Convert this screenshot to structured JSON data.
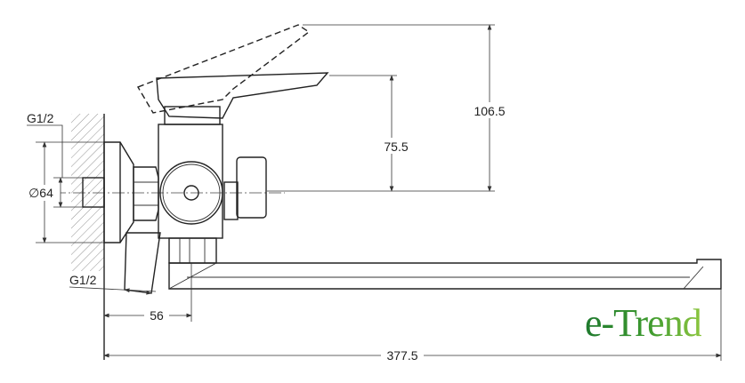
{
  "drawing": {
    "dimensions": {
      "height_total": "106.5",
      "height_handle": "75.5",
      "flange_diameter": "∅64",
      "thread_top": "G1/2",
      "thread_bottom": "G1/2",
      "offset_wall": "56",
      "spout_length": "377.5"
    }
  },
  "logo": {
    "text": "e-Trend",
    "colors": [
      "#1f7a2e",
      "#8cc63f"
    ]
  }
}
